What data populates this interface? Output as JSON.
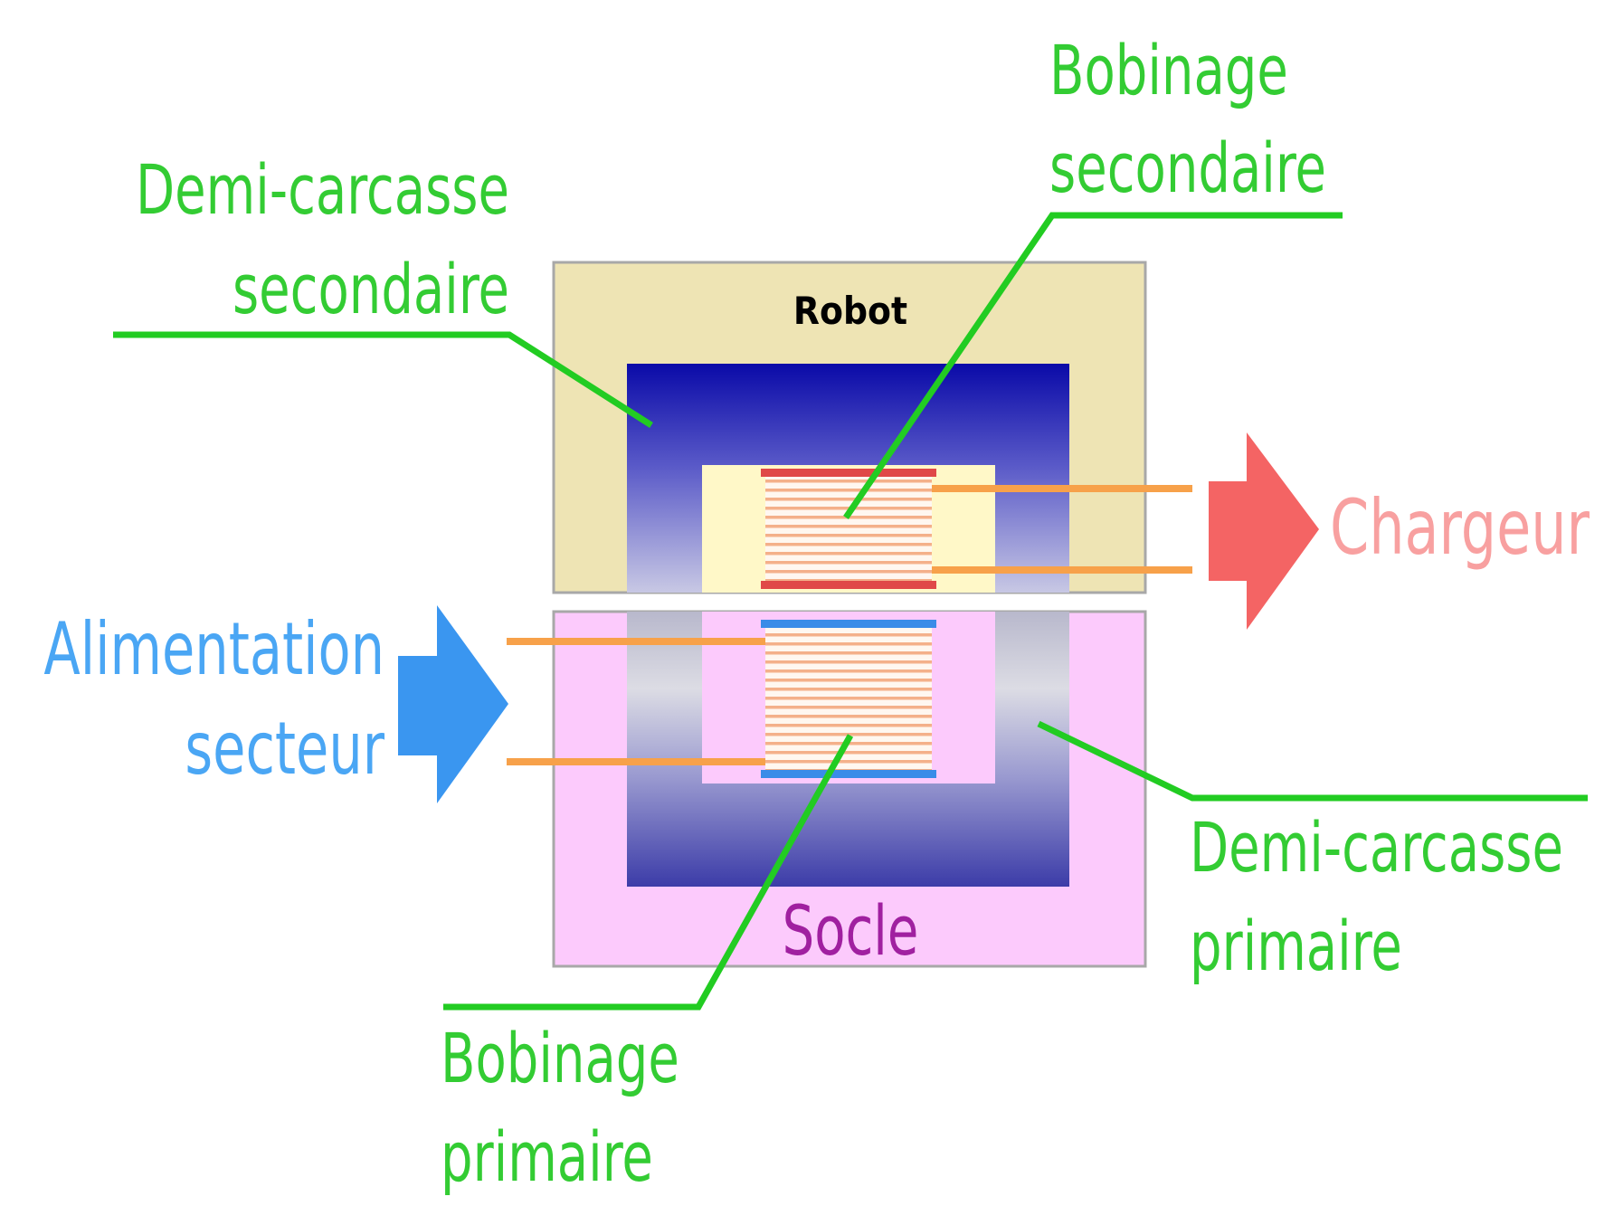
{
  "labels": {
    "demi_carcasse_secondaire": [
      "Demi-carcasse",
      "secondaire"
    ],
    "bobinage_secondaire": [
      "Bobinage",
      "secondaire"
    ],
    "robot": "Robot",
    "chargeur": "Chargeur",
    "alimentation_secteur": [
      "Alimentation",
      "secteur"
    ],
    "socle": "Socle",
    "demi_carcasse_primaire": [
      "Demi-carcasse",
      "primaire"
    ],
    "bobinage_primaire": [
      "Bobinage",
      "primaire"
    ]
  },
  "colors": {
    "label_green": "#33cc33",
    "leader_green": "#22cc22",
    "robot_housing": "#eee4b4",
    "socle_housing": "#fccafc",
    "core_dark": "#0a0aa8",
    "bobbin_fill": "#fff8c8",
    "winding_stripe": "#f4b08a",
    "secondary_flange": "#e04848",
    "primary_flange": "#3a8ce8",
    "wire": "#f7a14a",
    "chargeur_arrow": "#f46464",
    "chargeur_text": "#f8a0a0",
    "alimentation_arrow": "#3a96f0",
    "alimentation_text": "#4aa6f4",
    "socle_text": "#a020a0",
    "robot_text": "#000000"
  }
}
